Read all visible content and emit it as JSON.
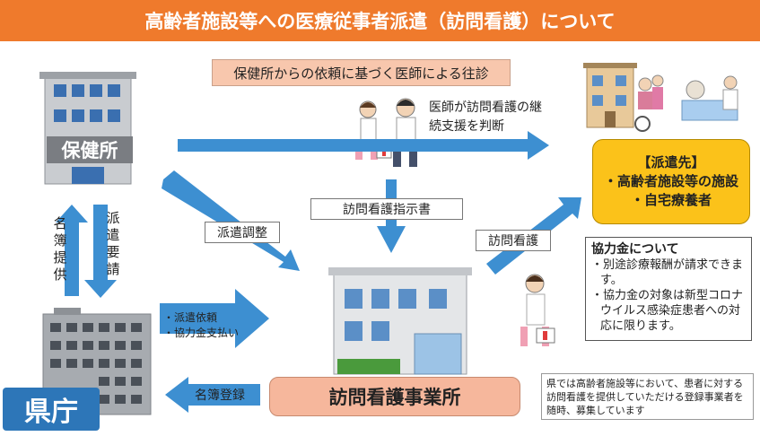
{
  "title": "高齢者施設等への医療従事者派遣（訪問看護）について",
  "request_box": "保健所からの依頼に基づく医師による往診",
  "hokenjo_label": "保健所",
  "kencho_label": "県庁",
  "doctor_note": [
    "医師が訪問看護の継",
    "続支援を判断"
  ],
  "instruction_label": "訪問看護指示書",
  "dispatch_adjust_label": "派遣調整",
  "visit_label": "訪問看護",
  "registry_label": "名簿登録",
  "left_up_vertical": [
    "名",
    "簿",
    "提",
    "供"
  ],
  "left_down_vertical": [
    "派",
    "遣",
    "要",
    "請"
  ],
  "dispatch_items": [
    "・派遣依頼",
    "・協力金支払い"
  ],
  "destination": {
    "title": "【派遣先】",
    "items": [
      "・高齢者施設等の施設",
      "・自宅療養者"
    ]
  },
  "kyoryoku": {
    "title": "協力金について",
    "items": [
      "・別途診療報酬が請求できます。",
      "・協力金の対象は新型コロナウイルス感染症患者への対応に限ります。"
    ]
  },
  "office_label": "訪問看護事業所",
  "recruit_note": "県では高齢者施設等において、患者に対する訪問看護を提供していただける登録事業者を随時、募集しています",
  "colors": {
    "title_bg": "#ef7a2c",
    "arrow": "#3d8fd1",
    "destination_bg": "#fbc21a",
    "office_bg": "#f6b79c",
    "kencho_bg": "#2d76b8"
  }
}
